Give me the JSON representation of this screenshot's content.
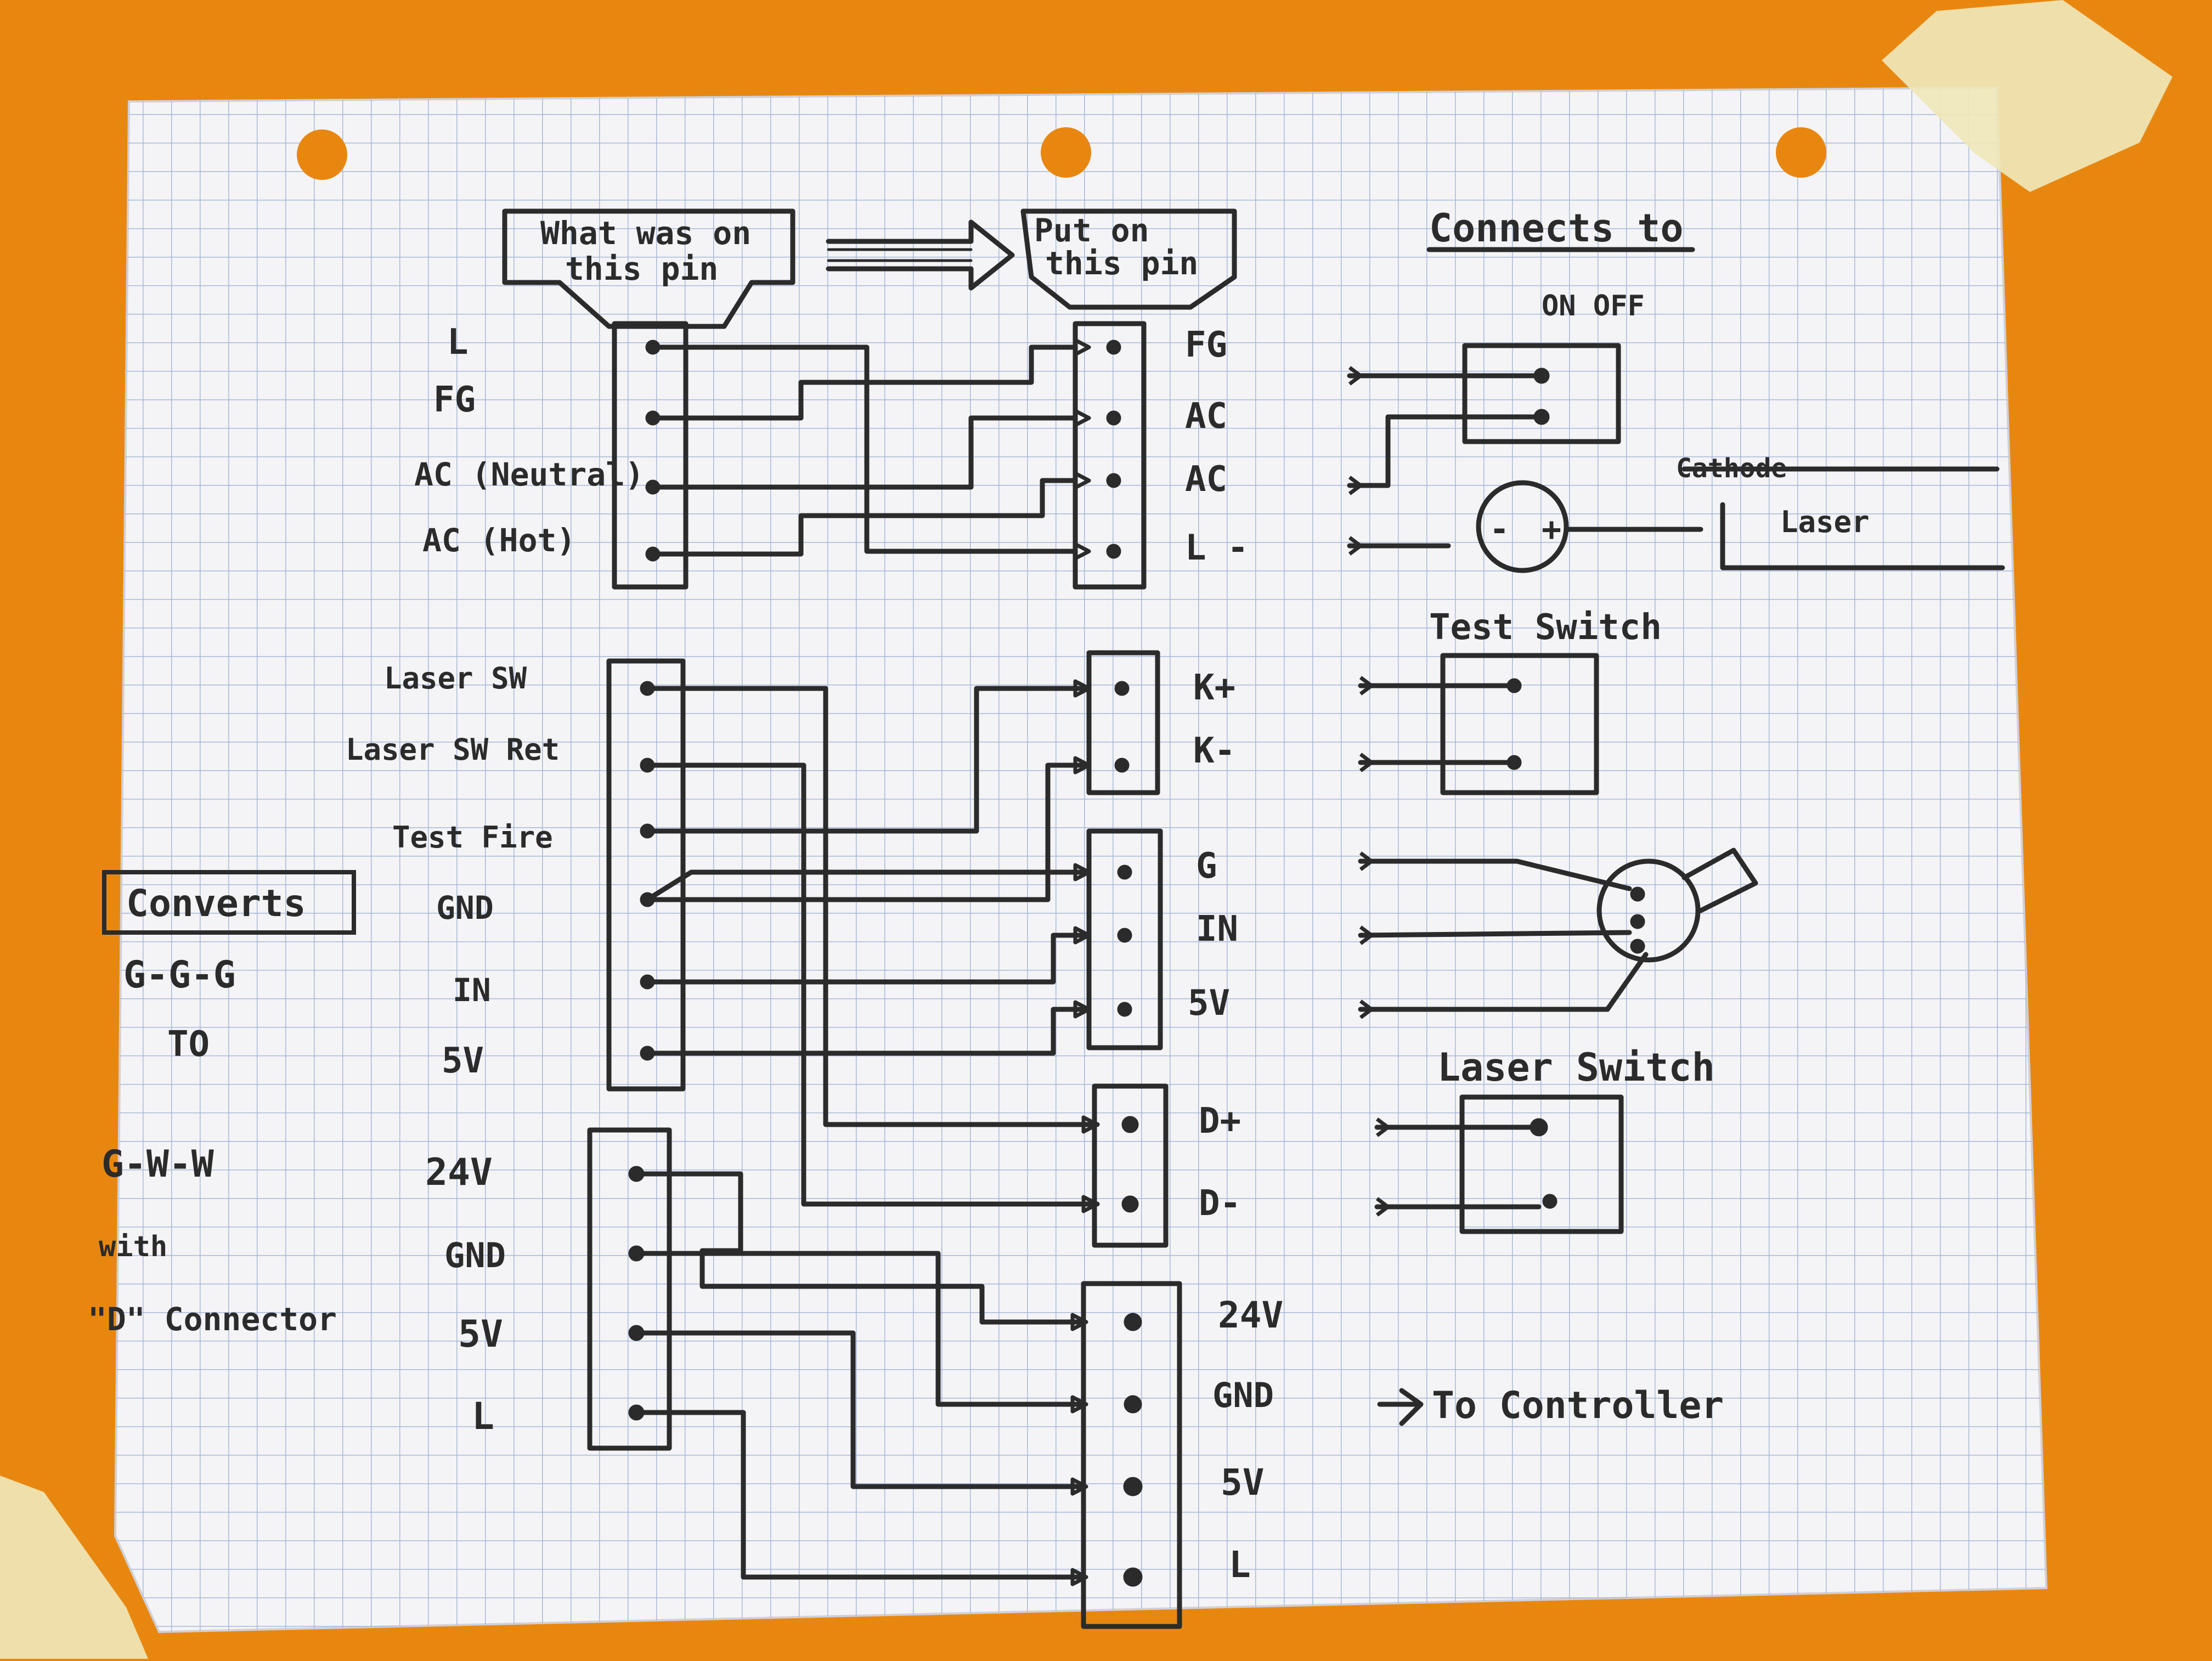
{
  "header": {
    "from_label_line1": "What was on",
    "from_label_line2": "this pin",
    "to_label_line1": "Put on",
    "to_label_line2": "this pin",
    "connects_to": "Connects to"
  },
  "left_notes": {
    "converts": "Converts",
    "from_code": "G-G-G",
    "to_word": "TO",
    "to_code": "G-W-W",
    "with_word": "with",
    "connector_name": "\"D\" Connector"
  },
  "power_block": {
    "left_pins": [
      "L",
      "FG",
      "AC (Neutral)",
      "AC (Hot)"
    ],
    "right_pins": [
      "FG",
      "AC",
      "AC",
      "L -"
    ]
  },
  "signal_block": {
    "left_pins": [
      "Laser SW",
      "Laser SW Ret",
      "Test Fire",
      "GND",
      "IN",
      "5V"
    ],
    "right_pins_k": [
      "K+",
      "K-"
    ],
    "right_pins_g": [
      "G",
      "IN",
      "5V"
    ],
    "right_pins_d": [
      "D+",
      "D-"
    ]
  },
  "dc_block": {
    "left_pins": [
      "24V",
      "GND",
      "5V",
      "L"
    ],
    "right_pins": [
      "24V",
      "GND",
      "5V",
      "L"
    ]
  },
  "connections": {
    "on_off": "ON OFF",
    "cathode": "Cathode",
    "laser": "Laser",
    "minus": "-",
    "plus": "+",
    "test_switch": "Test Switch",
    "laser_switch": "Laser Switch",
    "to_controller": "To Controller"
  },
  "colors": {
    "background": "#e8870f",
    "paper": "#f4f4f6",
    "grid": "#a9b8d8",
    "ink": "#2b2b2b"
  }
}
